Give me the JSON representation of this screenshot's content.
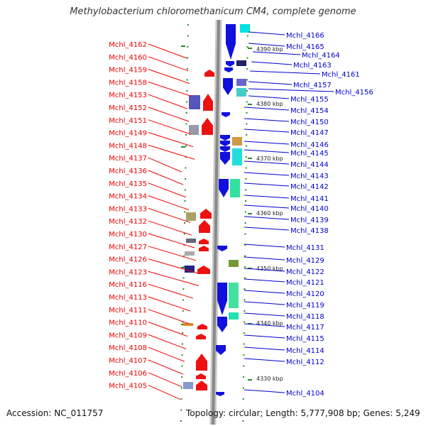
{
  "title": "Methylobacterium chloromethanicum CM4, complete genome",
  "accession": "Accession: NC_011757",
  "topology": "Topology: circular; Length: 5,777,908 bp; Genes: 5,249",
  "colors": {
    "left_label": "#ee0000",
    "right_label": "#0000cc",
    "backbone": "#888888",
    "tick": "#2a8a2a"
  },
  "scale_labels": [
    "4390 kbp",
    "4380 kbp",
    "4370 kbp",
    "4360 kbp",
    "4350 kbp",
    "4340 kbp",
    "4330 kbp"
  ],
  "left_genes": [
    "Mchl_4162",
    "Mchl_4160",
    "Mchl_4159",
    "Mchl_4158",
    "Mchl_4153",
    "Mchl_4152",
    "Mchl_4151",
    "Mchl_4149",
    "Mchl_4148",
    "Mchl_4137",
    "Mchl_4136",
    "Mchl_4135",
    "Mchl_4134",
    "Mchl_4133",
    "Mchl_4132",
    "Mchl_4130",
    "Mchl_4127",
    "Mchl_4126",
    "Mchl_4123",
    "Mchl_4116",
    "Mchl_4113",
    "Mchl_4111",
    "Mchl_4110",
    "Mchl_4109",
    "Mchl_4108",
    "Mchl_4107",
    "Mchl_4106",
    "Mchl_4105"
  ],
  "right_genes": [
    "Mchl_4166",
    "Mchl_4165",
    "Mchl_4164",
    "Mchl_4163",
    "Mchl_4161",
    "Mchl_4157",
    "Mchl_4156",
    "Mchl_4155",
    "Mchl_4154",
    "Mchl_4150",
    "Mchl_4147",
    "Mchl_4146",
    "Mchl_4145",
    "Mchl_4144",
    "Mchl_4143",
    "Mchl_4142",
    "Mchl_4141",
    "Mchl_4140",
    "Mchl_4139",
    "Mchl_4138",
    "Mchl_4131",
    "Mchl_4129",
    "Mchl_4122",
    "Mchl_4121",
    "Mchl_4120",
    "Mchl_4119",
    "Mchl_4118",
    "Mchl_4117",
    "Mchl_4115",
    "Mchl_4114",
    "Mchl_4112",
    "Mchl_4104"
  ]
}
